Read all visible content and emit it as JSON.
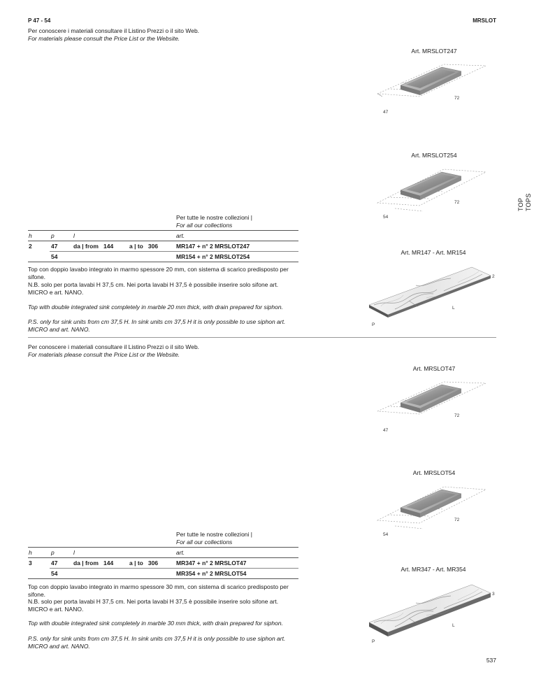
{
  "header": {
    "pages": "P 47 - 54",
    "collection": "MRSLOT"
  },
  "side_tab": {
    "it": "TOP",
    "en": "TOPS"
  },
  "page_number": "537",
  "sections": [
    {
      "materials_it": "Per conoscere i materiali consultare il Listino Prezzi o il sito Web.",
      "materials_en": "For materials please consult the Price List or the Website.",
      "collections_it": "Per tutte le nostre collezioni |",
      "collections_en": "For all our collections",
      "table": {
        "headers": {
          "h": "h",
          "p": "p",
          "l": "l",
          "art": "art."
        },
        "row1": {
          "h": "2",
          "p": "47",
          "from": "da | from   144",
          "to": "a | to   306",
          "art": "MR147 + n° 2 MRSLOT247"
        },
        "row2": {
          "p": "54",
          "art": "MR154 + n° 2 MRSLOT254"
        }
      },
      "desc_it_1": "Top con doppio lavabo integrato in marmo spessore 20 mm, con sistema di scarico predisposto per sifone.",
      "desc_it_2": "N.B. solo per porta lavabi H 37,5 cm. Nei porta lavabi H 37,5 è possibile inserire solo sifone art. MICRO e art. NANO.",
      "desc_en_1": "Top with double integrated sink completely in marble 20 mm thick, with drain prepared for siphon.",
      "desc_en_2": "P.S. only for sink units from cm 37,5 H. In sink units cm 37,5 H it is only possible to use siphon art. MICRO and art. NANO.",
      "sink_a": {
        "art": "Art. MRSLOT247",
        "dim_w": "72",
        "dim_d": "47"
      },
      "sink_b": {
        "art": "Art. MRSLOT254",
        "dim_w": "72",
        "dim_d": "54"
      },
      "top": {
        "art": "Art. MR147 - Art. MR154",
        "thickness": "2",
        "len": "L",
        "depth": "P"
      }
    },
    {
      "materials_it": "Per conoscere i materiali consultare il Listino Prezzi o il sito Web.",
      "materials_en": "For materials please consult the Price List or the Website.",
      "collections_it": "Per tutte le nostre collezioni |",
      "collections_en": "For all our collections",
      "table": {
        "headers": {
          "h": "h",
          "p": "p",
          "l": "l",
          "art": "art."
        },
        "row1": {
          "h": "3",
          "p": "47",
          "from": "da | from   144",
          "to": "a | to   306",
          "art": "MR347 + n° 2 MRSLOT47"
        },
        "row2": {
          "p": "54",
          "art": "MR354 + n° 2 MRSLOT54"
        }
      },
      "desc_it_1": "Top con doppio lavabo integrato in marmo spessore 30 mm, con sistema di scarico predisposto per sifone.",
      "desc_it_2": "N.B. solo per porta lavabi H 37,5 cm. Nei porta lavabi H 37,5 è possibile inserire solo sifone art. MICRO e art. NANO.",
      "desc_en_1": "Top with double integrated sink completely in marble 30 mm thick, with drain prepared for siphon.",
      "desc_en_2": "P.S. only for sink units from cm 37,5 H. In sink units cm 37,5 H it is only possible to use siphon art. MICRO and art. NANO.",
      "sink_a": {
        "art": "Art. MRSLOT47",
        "dim_w": "72",
        "dim_d": "47"
      },
      "sink_b": {
        "art": "Art. MRSLOT54",
        "dim_w": "72",
        "dim_d": "54"
      },
      "top": {
        "art": "Art. MR347 - Art. MR354",
        "thickness": "3",
        "len": "L",
        "depth": "P"
      }
    }
  ]
}
